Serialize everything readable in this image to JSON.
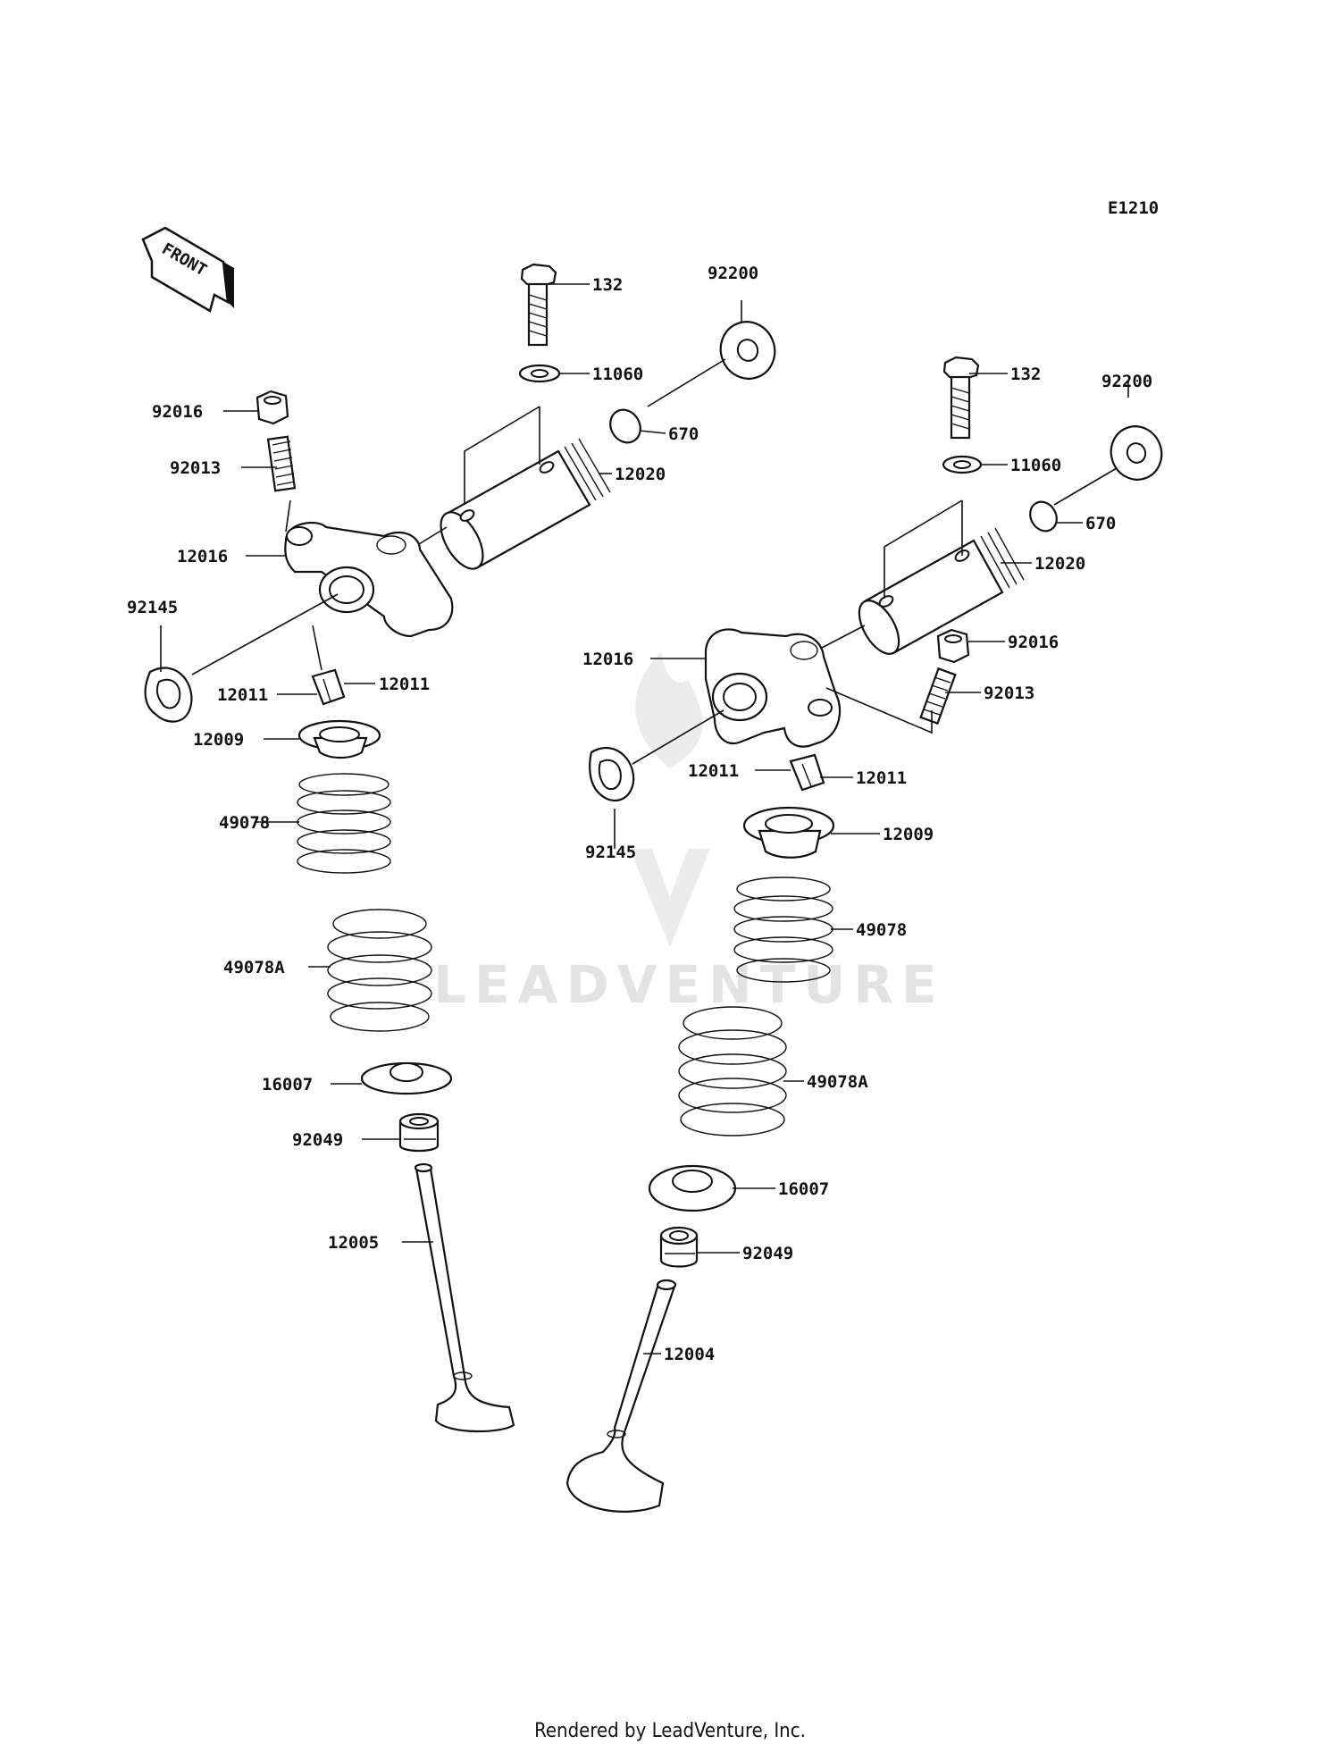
{
  "diagram_code": "E1210",
  "front_arrow_label": "FRONT",
  "watermark": "LEADVENTURE",
  "footer": "Rendered by LeadVenture, Inc.",
  "callouts": {
    "left_132": "132",
    "left_92200": "92200",
    "left_11060": "11060",
    "left_670": "670",
    "left_12020": "12020",
    "left_92016": "92016",
    "left_92013": "92013",
    "left_12016": "12016",
    "left_92145": "92145",
    "left_12011a": "12011",
    "left_12011b": "12011",
    "left_12009": "12009",
    "left_49078": "49078",
    "left_49078A": "49078A",
    "left_16007": "16007",
    "left_92049": "92049",
    "left_12005": "12005",
    "right_132": "132",
    "right_92200": "92200",
    "right_11060": "11060",
    "right_670": "670",
    "right_12020": "12020",
    "right_92016": "92016",
    "right_92013": "92013",
    "right_12016": "12016",
    "right_92145": "92145",
    "right_12011a": "12011",
    "right_12011b": "12011",
    "right_12009": "12009",
    "right_49078": "49078",
    "right_49078A": "49078A",
    "right_16007": "16007",
    "right_92049": "92049",
    "right_12004": "12004"
  }
}
